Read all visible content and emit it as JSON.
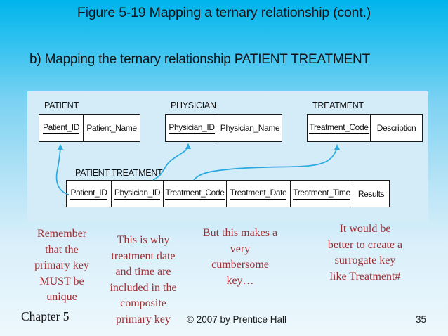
{
  "slide": {
    "title": "Figure 5-19 Mapping a ternary relationship (cont.)",
    "subtitle": "b) Mapping the ternary relationship PATIENT TREATMENT"
  },
  "diagram": {
    "tables": [
      {
        "name": "PATIENT",
        "fields": [
          {
            "label": "Patient_ID",
            "key": true
          },
          {
            "label": "Patient_Name",
            "key": false
          }
        ]
      },
      {
        "name": "PHYSICIAN",
        "fields": [
          {
            "label": "Physician_ID",
            "key": true
          },
          {
            "label": "Physician_Name",
            "key": false
          }
        ]
      },
      {
        "name": "TREATMENT",
        "fields": [
          {
            "label": "Treatment_Code",
            "key": true
          },
          {
            "label": "Description",
            "key": false
          }
        ]
      },
      {
        "name": "PATIENT TREATMENT",
        "fields": [
          {
            "label": "Patient_ID",
            "key": true
          },
          {
            "label": "Physician_ID",
            "key": true
          },
          {
            "label": "Treatment_Code",
            "key": true
          },
          {
            "label": "Treatment_Date",
            "key": true
          },
          {
            "label": "Treatment_Time",
            "key": true
          },
          {
            "label": "Results",
            "key": false
          }
        ]
      }
    ],
    "arrows": [
      {
        "from": "PATIENT TREATMENT.Patient_ID",
        "to": "PATIENT.Patient_ID"
      },
      {
        "from": "PATIENT TREATMENT.Physician_ID",
        "to": "PHYSICIAN.Physician_ID"
      },
      {
        "from": "PATIENT TREATMENT.Treatment_Code",
        "to": "TREATMENT.Treatment_Code"
      }
    ]
  },
  "annotations": [
    {
      "text": "Remember\nthat the\nprimary key\nMUST be\nunique"
    },
    {
      "text": "This is why\ntreatment date\nand time are\nincluded in the\ncomposite\nprimary key"
    },
    {
      "text": "But this makes a\nvery\ncumbersome\nkey…"
    },
    {
      "text": "It would be\nbetter to create a\nsurrogate key\nlike Treatment#"
    }
  ],
  "footer": {
    "chapter": "Chapter 5",
    "copyright": "© 2007 by Prentice Hall",
    "page": "35"
  },
  "colors": {
    "background_top": "#00b4ec",
    "background_bottom": "#edf8fc",
    "panel": "#d4ecf8",
    "arrow": "#2aa9e0",
    "annotation_text": "#9c2f33",
    "title_text": "#101316"
  }
}
